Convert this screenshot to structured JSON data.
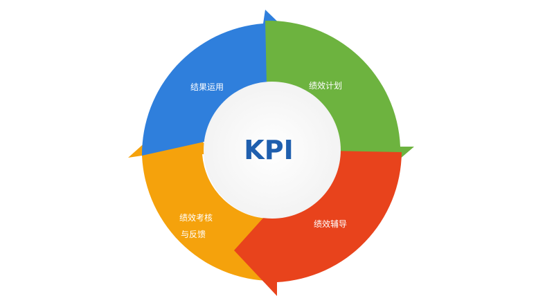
{
  "diagram": {
    "center_label": "KPI",
    "center_color": "#1f5fae",
    "segments": [
      {
        "label": "绩效计划",
        "color": "#6db33f"
      },
      {
        "label": "绩效辅导",
        "color": "#e8431c"
      },
      {
        "label_lines": [
          "绩效考核",
          "与反馈"
        ],
        "color": "#f5a20c"
      },
      {
        "label": "结果运用",
        "color": "#2f7fdc"
      }
    ]
  }
}
